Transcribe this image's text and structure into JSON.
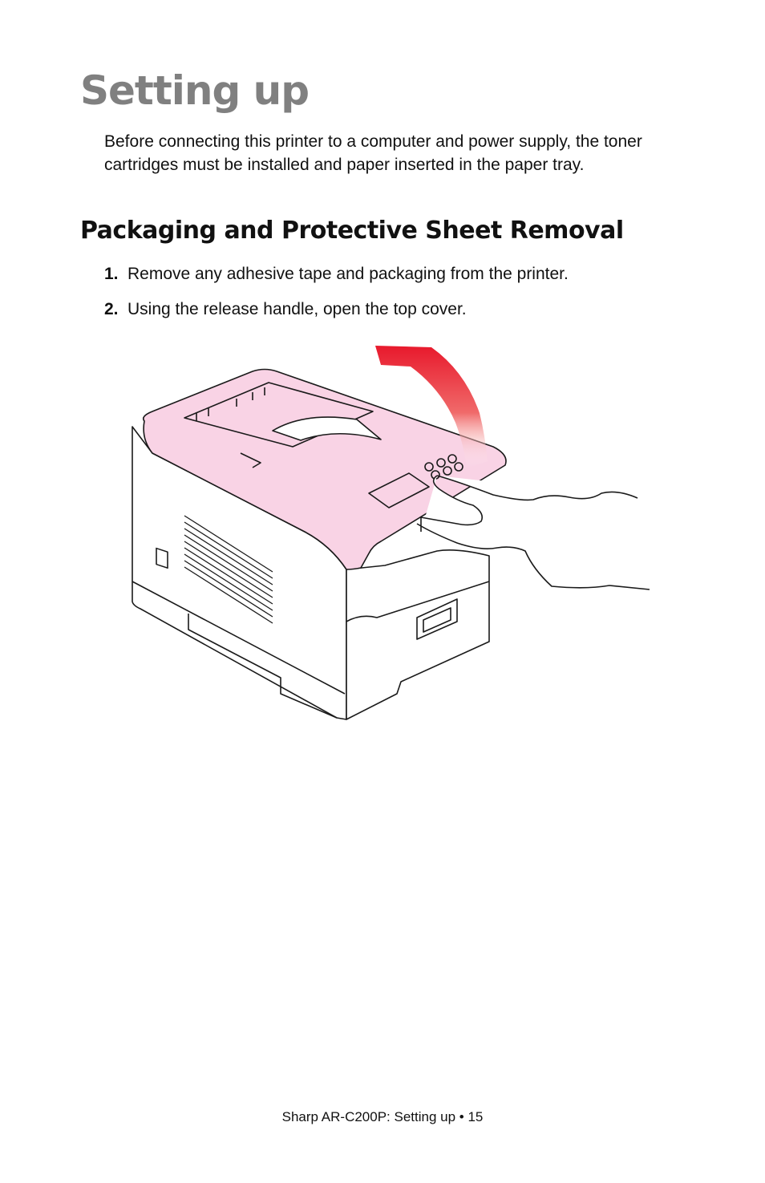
{
  "page": {
    "title": "Setting up",
    "intro": "Before connecting this printer to a computer and power supply, the toner cartridges must be installed and paper inserted in the paper tray.",
    "section_heading": "Packaging and Protective Sheet Removal",
    "steps": [
      {
        "number": "1.",
        "text": "Remove any adhesive tape and packaging from the printer."
      },
      {
        "number": "2.",
        "text": "Using the release handle, open the top cover."
      }
    ],
    "footer": "Sharp AR-C200P: Setting up  • 15"
  },
  "illustration": {
    "subject": "printer-top-cover-opening",
    "colors": {
      "cover_highlight": "#f9d3e5",
      "arrow": "#e8192c",
      "outline": "#1a1a1a"
    }
  }
}
